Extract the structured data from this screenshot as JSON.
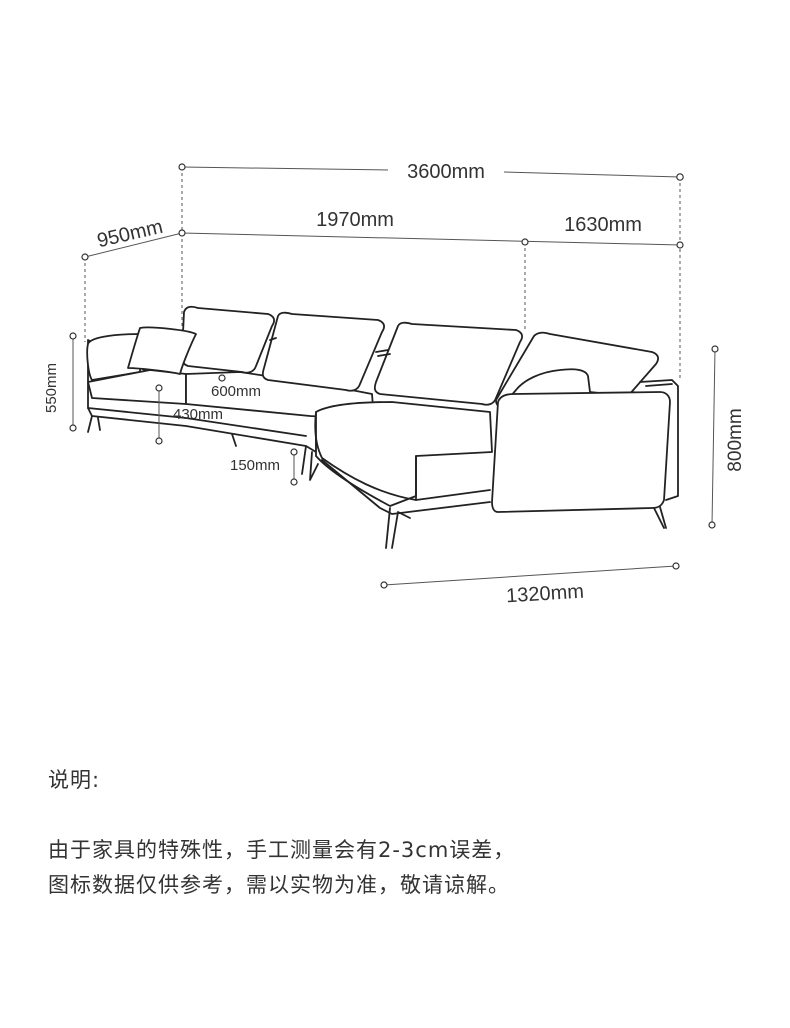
{
  "dimensions": {
    "total_length": "3600mm",
    "depth_left": "950mm",
    "middle_section": "1970mm",
    "chaise_width": "1630mm",
    "height_back": "550mm",
    "seat_depth": "600mm",
    "seat_height": "430mm",
    "leg_height": "150mm",
    "total_height": "800mm",
    "chaise_length": "1320mm"
  },
  "note": {
    "title": "说明:",
    "line1": "由于家具的特殊性，手工测量会有2-3cm误差，",
    "line2": "图标数据仅供参考，需以实物为准，敬请谅解。"
  },
  "colors": {
    "line": "#222222",
    "dim_line": "#555555",
    "text": "#333333",
    "background": "#ffffff"
  }
}
